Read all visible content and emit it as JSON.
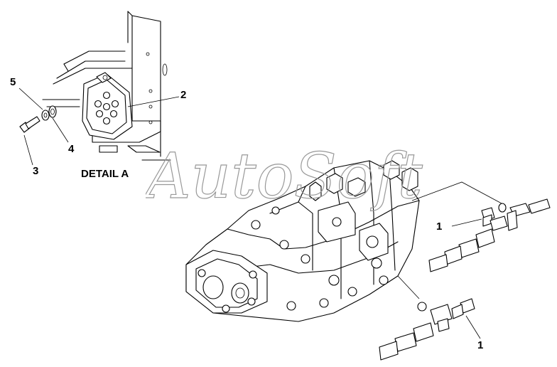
{
  "detail_title": "DETAIL A",
  "callouts": {
    "c1_upper": "1",
    "c1_lower": "1",
    "c2": "2",
    "c3": "3",
    "c4": "4",
    "c5": "5"
  },
  "watermark": "AutoSoft"
}
